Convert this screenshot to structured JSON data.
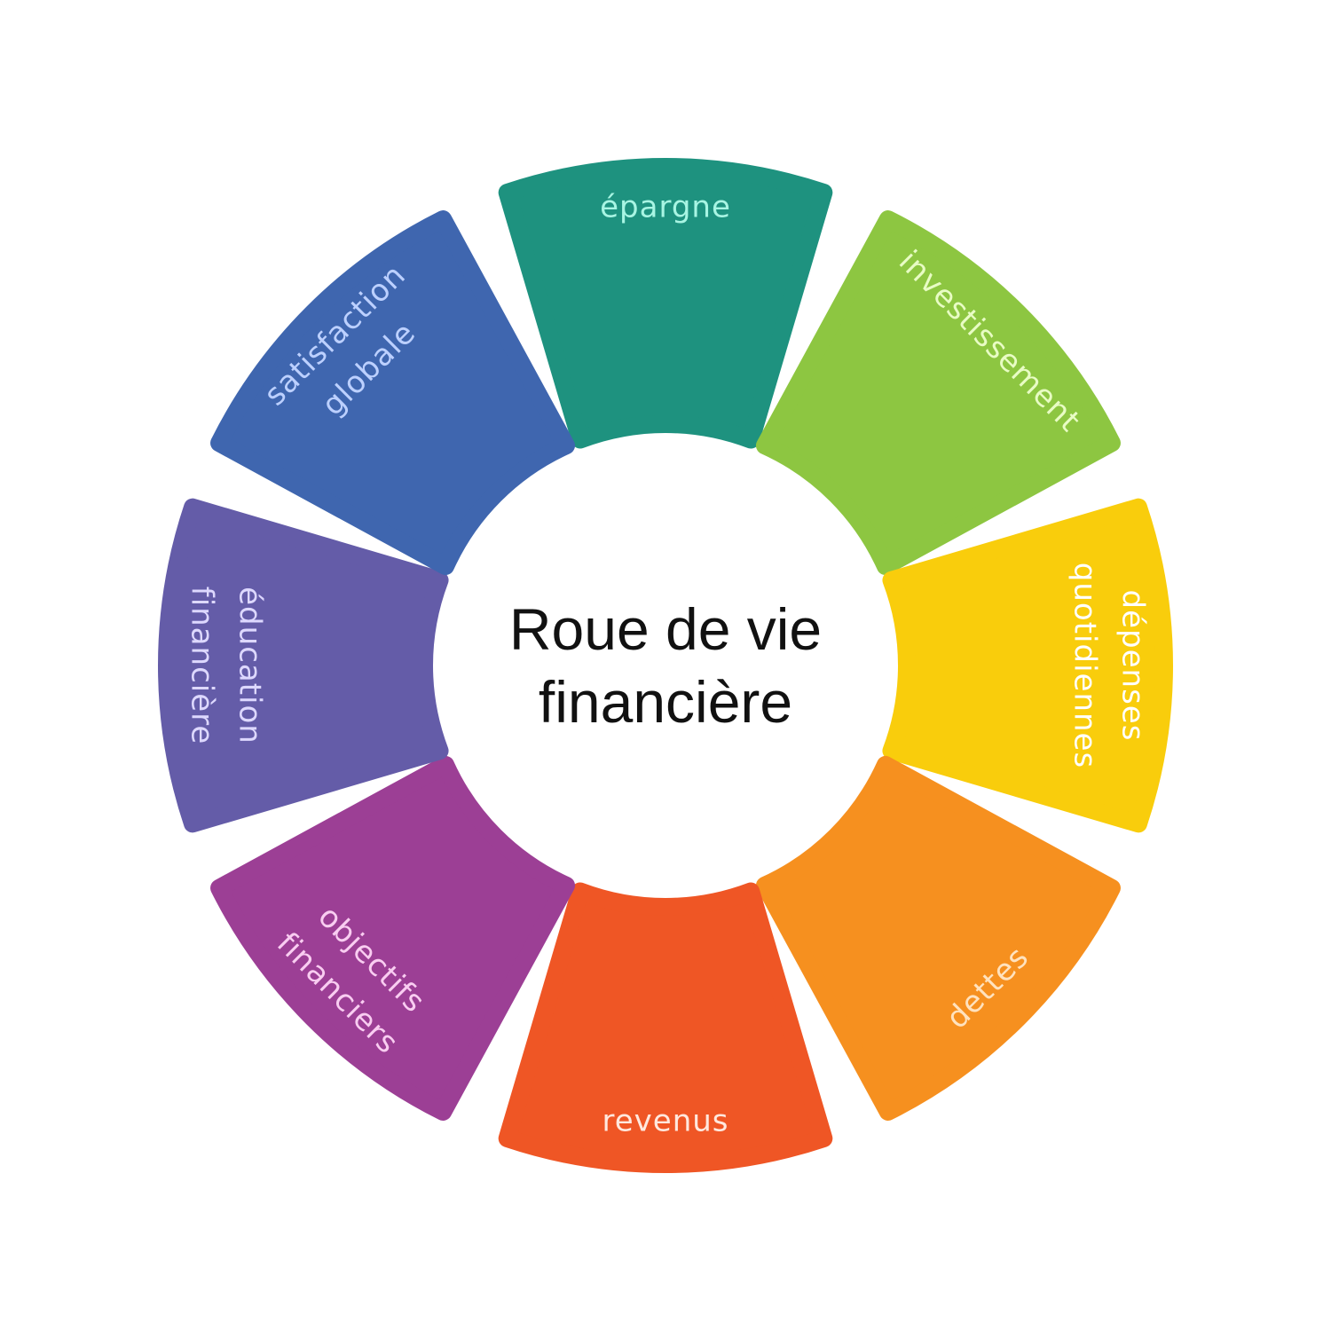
{
  "title": {
    "line1": "Roue de vie",
    "line2": "financière"
  },
  "segments": [
    {
      "id": "epargne",
      "lines": [
        "épargne"
      ],
      "color": "#1E927F",
      "text_color": "#A8F5E3"
    },
    {
      "id": "investissement",
      "lines": [
        "investissement"
      ],
      "color": "#8DC641",
      "text_color": "#E8FCC4"
    },
    {
      "id": "depenses-quotidiennes",
      "lines": [
        "dépenses",
        "quotidiennes"
      ],
      "color": "#F9CD0C",
      "text_color": "#FFFFFF"
    },
    {
      "id": "dettes",
      "lines": [
        "dettes"
      ],
      "color": "#F6901F",
      "text_color": "#FFE2BE"
    },
    {
      "id": "revenus",
      "lines": [
        "revenus"
      ],
      "color": "#EF5625",
      "text_color": "#FFE8DE"
    },
    {
      "id": "objectifs-financiers",
      "lines": [
        "objectifs",
        "financiers"
      ],
      "color": "#9C3F95",
      "text_color": "#F9CDF1"
    },
    {
      "id": "education-financiere",
      "lines": [
        "éducation",
        "financière"
      ],
      "color": "#645CA8",
      "text_color": "#DDD8FF"
    },
    {
      "id": "satisfaction-globale",
      "lines": [
        "satisfaction",
        "globale"
      ],
      "color": "#3F66AF",
      "text_color": "#BCD0FF"
    }
  ]
}
